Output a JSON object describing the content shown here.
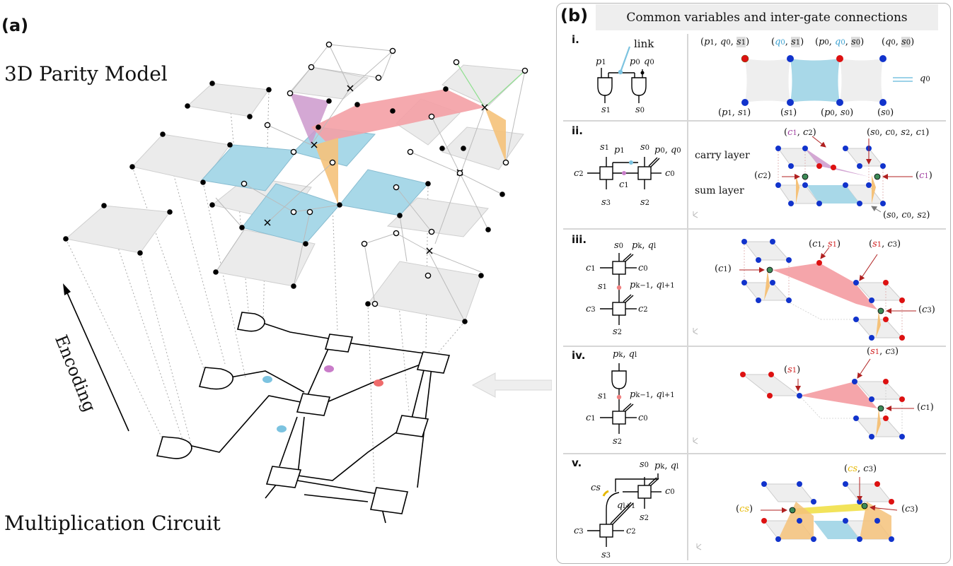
{
  "panel_a": {
    "label": "(a)",
    "top_title": "3D Parity Model",
    "bottom_title": "Multiplication Circuit",
    "arrow_label": "Encoding"
  },
  "panel_b": {
    "label": "(b)",
    "header": "Common variables and inter-gate connections",
    "rows": [
      {
        "numeral": "i."
      },
      {
        "numeral": "ii."
      },
      {
        "numeral": "iii."
      },
      {
        "numeral": "iv."
      },
      {
        "numeral": "v."
      }
    ],
    "row_i": {
      "link_label": "link",
      "q_legend": "q0",
      "labels": {
        "p1": "p1",
        "p0": "p0",
        "q0": "q0",
        "s1": "s1",
        "s0": "s0"
      }
    },
    "row_ii": {
      "carry_layer": "carry layer",
      "sum_layer": "sum layer"
    }
  },
  "colors": {
    "blue_fill": "#a8d8e8",
    "pink_fill": "#f4a0a5",
    "purple_fill": "#cc99cc",
    "orange_fill": "#f5c27a",
    "yellow_fill": "#f2e35a",
    "gray_fill": "#e8e8e8",
    "node_red": "#dd1111",
    "node_blue": "#1133cc",
    "node_green": "#3d8a57",
    "arrow_red": "#b02020"
  }
}
